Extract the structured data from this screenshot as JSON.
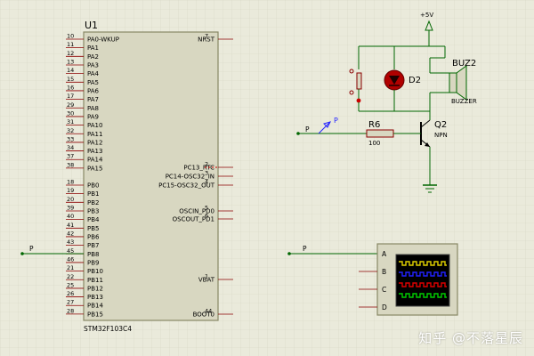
{
  "colors": {
    "background": "#eaeadb",
    "grid": "#d9d9c8",
    "wire": "#006600",
    "chip_fill": "#d8d7c1",
    "chip_border": "#888866",
    "pin": "#8b0000",
    "text": "#000000",
    "led": "#b00000",
    "scope_fill": "#d8d7c1",
    "scope_screen": "#000000",
    "trace_a": "#e0d000",
    "trace_b": "#2222ff",
    "trace_c": "#dd0000",
    "trace_d": "#00cc00"
  },
  "mcu": {
    "ref": "U1",
    "part": "STM32F103C4",
    "left_pins": [
      {
        "num": "10",
        "name": "PA0-WKUP"
      },
      {
        "num": "11",
        "name": "PA1"
      },
      {
        "num": "12",
        "name": "PA2"
      },
      {
        "num": "13",
        "name": "PA3"
      },
      {
        "num": "14",
        "name": "PA4"
      },
      {
        "num": "15",
        "name": "PA5"
      },
      {
        "num": "16",
        "name": "PA6"
      },
      {
        "num": "17",
        "name": "PA7"
      },
      {
        "num": "29",
        "name": "PA8"
      },
      {
        "num": "30",
        "name": "PA9"
      },
      {
        "num": "31",
        "name": "PA10"
      },
      {
        "num": "32",
        "name": "PA11"
      },
      {
        "num": "33",
        "name": "PA12"
      },
      {
        "num": "34",
        "name": "PA13"
      },
      {
        "num": "37",
        "name": "PA14"
      },
      {
        "num": "38",
        "name": "PA15"
      },
      {
        "num": "18",
        "name": "PB0"
      },
      {
        "num": "19",
        "name": "PB1"
      },
      {
        "num": "20",
        "name": "PB2"
      },
      {
        "num": "39",
        "name": "PB3"
      },
      {
        "num": "40",
        "name": "PB4"
      },
      {
        "num": "41",
        "name": "PB5"
      },
      {
        "num": "42",
        "name": "PB6"
      },
      {
        "num": "43",
        "name": "PB7"
      },
      {
        "num": "45",
        "name": "PB8"
      },
      {
        "num": "46",
        "name": "PB9"
      },
      {
        "num": "21",
        "name": "PB10"
      },
      {
        "num": "22",
        "name": "PB11"
      },
      {
        "num": "25",
        "name": "PB12"
      },
      {
        "num": "26",
        "name": "PB13"
      },
      {
        "num": "27",
        "name": "PB14"
      },
      {
        "num": "28",
        "name": "PB15"
      }
    ],
    "right_pins": [
      {
        "num": "7",
        "name": "NRST"
      },
      {
        "num": "2",
        "name": "PC13_RTC"
      },
      {
        "num": "3",
        "name": "PC14-OSC32_IN"
      },
      {
        "num": "4",
        "name": "PC15-OSC32_OUT"
      },
      {
        "num": "5",
        "name": "OSCIN_PD0"
      },
      {
        "num": "6",
        "name": "OSCOUT_PD1"
      },
      {
        "num": "1",
        "name": "VBAT"
      },
      {
        "num": "44",
        "name": "BOOT0"
      }
    ],
    "net_label_left": "P"
  },
  "circuit": {
    "supply": "+5V",
    "led": "D2",
    "buzzer_ref": "BUZ2",
    "buzzer_label": "BUZZER",
    "resistor_ref": "R6",
    "resistor_value": "100",
    "transistor_ref": "Q2",
    "transistor_type": "NPN",
    "net_label": "P",
    "probe_label": "P"
  },
  "scope": {
    "net_label": "P",
    "channels": [
      "A",
      "B",
      "C",
      "D"
    ]
  },
  "watermark": "知乎 @不落星辰"
}
